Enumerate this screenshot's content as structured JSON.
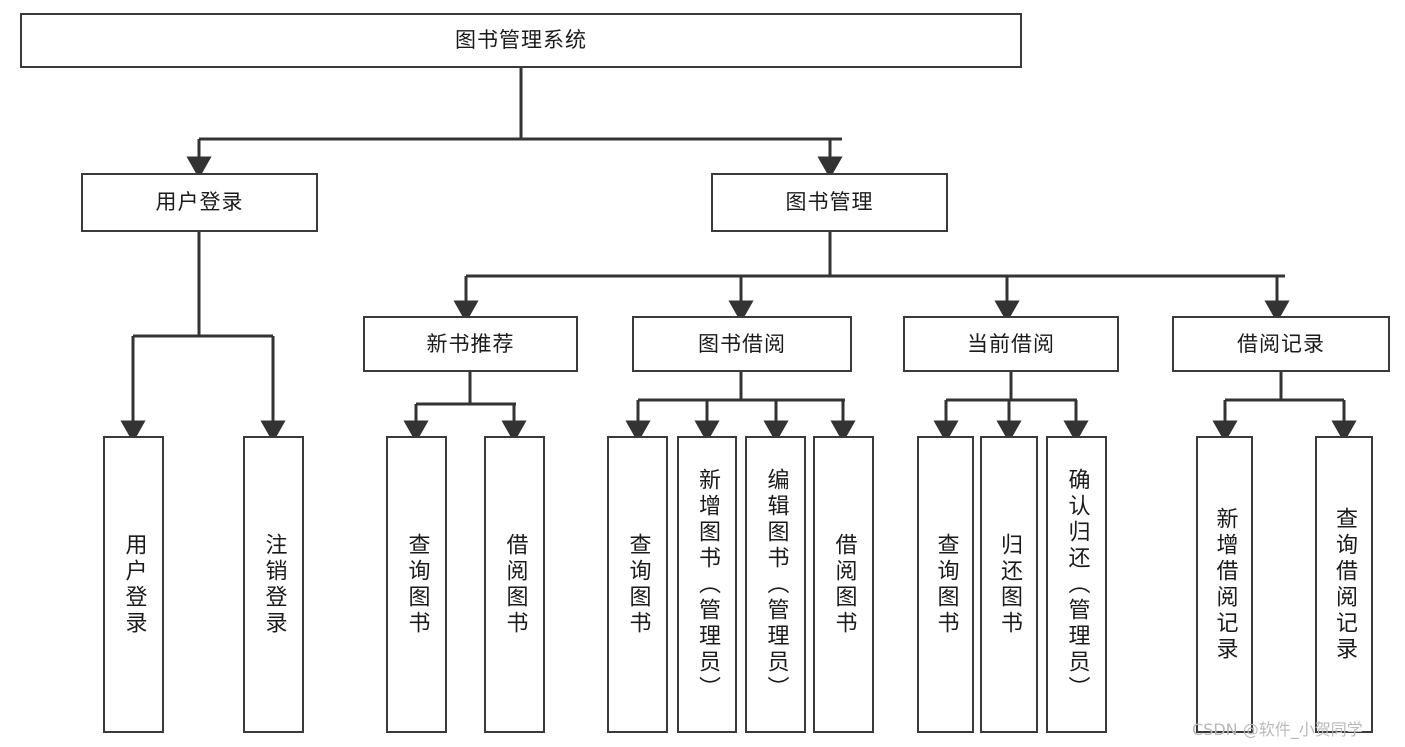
{
  "diagram": {
    "title": "图书管理系统",
    "type": "tree",
    "watermark": "CSDN @软件_小贺同学",
    "colors": {
      "box_border": "#3a3a3a",
      "box_fill": "#ffffff",
      "edge": "#333333",
      "text": "#1b1b1b",
      "watermark": "#b9b9b9",
      "background": "#ffffff"
    },
    "root": {
      "label": "图书管理系统"
    },
    "level2": [
      {
        "label": "用户登录"
      },
      {
        "label": "图书管理"
      }
    ],
    "level3": [
      {
        "label": "新书推荐"
      },
      {
        "label": "图书借阅"
      },
      {
        "label": "当前借阅"
      },
      {
        "label": "借阅记录"
      }
    ],
    "leaves": {
      "user_login": [
        {
          "label": "用户登录"
        },
        {
          "label": "注销登录"
        }
      ],
      "new_book_recommend": [
        {
          "label": "查询图书"
        },
        {
          "label": "借阅图书"
        }
      ],
      "book_borrow": [
        {
          "label": "查询图书"
        },
        {
          "label": "新增图书（管理员）"
        },
        {
          "label": "编辑图书（管理员）"
        },
        {
          "label": "借阅图书"
        }
      ],
      "current_borrow": [
        {
          "label": "查询图书"
        },
        {
          "label": "归还图书"
        },
        {
          "label": "确认归还（管理员）"
        }
      ],
      "borrow_record": [
        {
          "label": "新增借阅记录"
        },
        {
          "label": "查询借阅记录"
        }
      ]
    }
  }
}
